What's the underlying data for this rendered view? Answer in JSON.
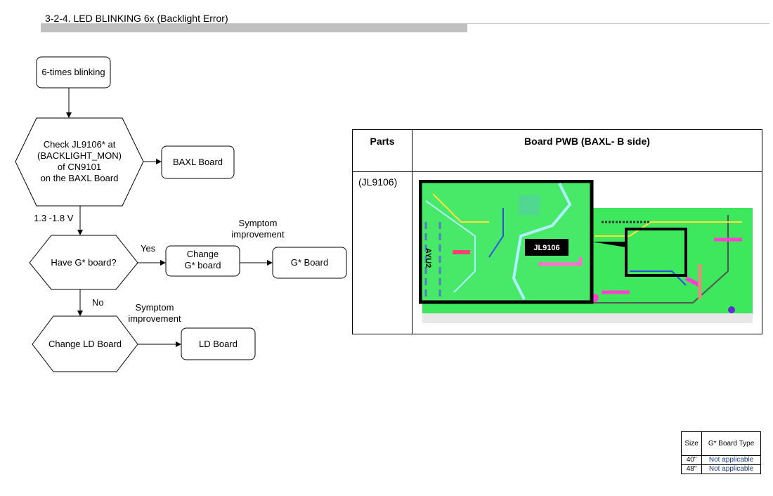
{
  "title": "3-2-4. LED BLINKING 6x (Backlight Error)",
  "flow": {
    "start": "6-times blinking",
    "check": [
      "Check JL9106* at",
      "(BACKLIGHT_MON)",
      "of CN9101",
      "on the BAXL Board"
    ],
    "baxl": "BAXL Board",
    "voltage": "1.3 -1.8 V",
    "have_g": "Have G* board?",
    "yes": "Yes",
    "change_g": [
      "Change",
      "G* board"
    ],
    "symptom1": [
      "Symptom",
      "improvement"
    ],
    "g_board": "G* Board",
    "no": "No",
    "symptom2": [
      "Symptom",
      "improvement"
    ],
    "change_ld": "Change LD Board",
    "ld_board": "LD Board"
  },
  "parts_table": {
    "headers": [
      "Parts",
      "Board PWB  (BAXL- B side)"
    ],
    "row_part": "(JL9106)",
    "callout": "JL9106",
    "board_label": "AYU2"
  },
  "size_table": {
    "headers": [
      "Size",
      "G* Board Type"
    ],
    "rows": [
      [
        "40\"",
        "Not applicable"
      ],
      [
        "48\"",
        "Not applicable"
      ]
    ]
  }
}
